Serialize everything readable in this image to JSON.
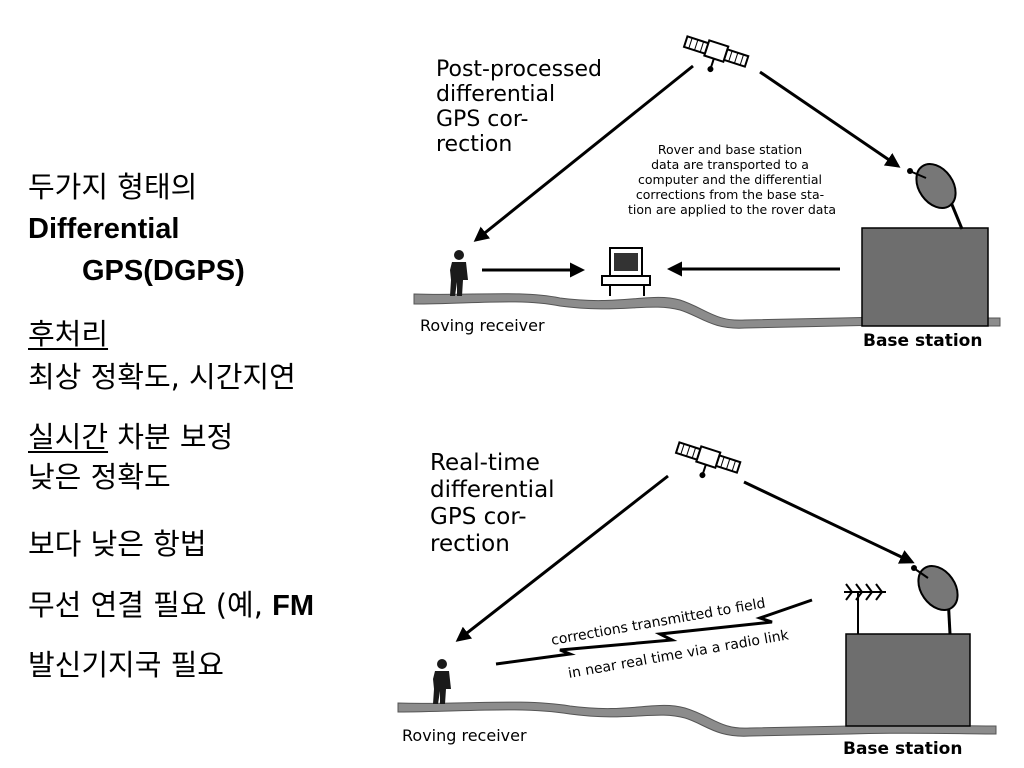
{
  "slide": {
    "title_line1": "두가지 형태의",
    "title_line2": "Differential",
    "title_line3": "GPS(DGPS)",
    "post": {
      "term": "후처리",
      "desc": "최상 정확도, 시간지연"
    },
    "realtime": {
      "term": "실시간",
      "term_rest": " 차분 보정",
      "desc": "낮은 정확도"
    },
    "bullet1": "보다 낮은 항법",
    "bullet2_prefix": "무선 연결 필요 (예, ",
    "bullet2_fm": "FM",
    "bullet3": "발신기지국 필요"
  },
  "diagram_top": {
    "heading": [
      "Post-processed",
      "differential",
      "GPS cor-",
      "rection"
    ],
    "note": [
      "Rover and base station",
      "data are transported to a",
      "computer and the differential",
      "corrections from the base sta-",
      "tion are applied to the rover data"
    ],
    "rover_label": "Roving receiver",
    "base_label": "Base station"
  },
  "diagram_bottom": {
    "heading": [
      "Real-time",
      "differential",
      "GPS cor-",
      "rection"
    ],
    "radio_line1": "corrections transmitted to field",
    "radio_line2": "in near real time via a radio link",
    "rover_label": "Roving receiver",
    "base_label": "Base station"
  }
}
